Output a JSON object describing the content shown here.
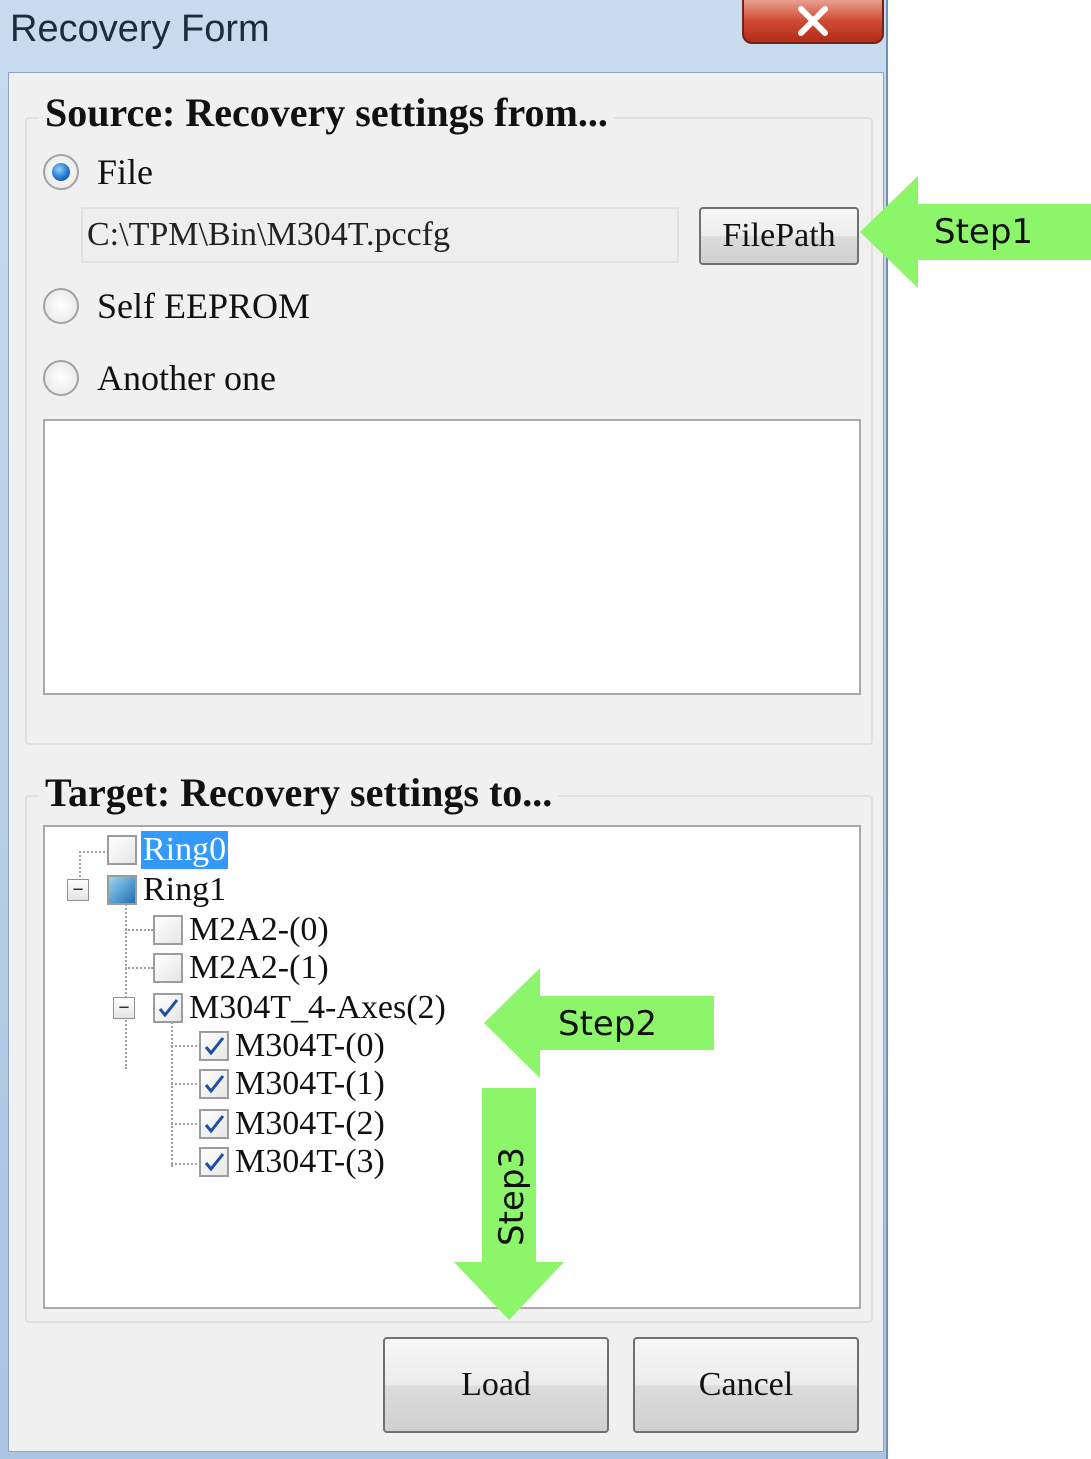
{
  "window": {
    "title": "Recovery Form"
  },
  "source": {
    "title": "Source:  Recovery settings from...",
    "options": [
      {
        "label": "File",
        "selected": true
      },
      {
        "label": "Self EEPROM",
        "selected": false
      },
      {
        "label": "Another one",
        "selected": false
      }
    ],
    "file_path": "C:\\TPM\\Bin\\M304T.pccfg",
    "filepath_button": "FilePath"
  },
  "target": {
    "title": "Target: Recovery settings to...",
    "tree": [
      {
        "label": "Ring0",
        "checked": false,
        "selected": true
      },
      {
        "label": "Ring1",
        "checked": "partial",
        "expanded": true
      },
      {
        "label": "M2A2-(0)",
        "checked": false
      },
      {
        "label": "M2A2-(1)",
        "checked": false
      },
      {
        "label": "M304T_4-Axes(2)",
        "checked": true,
        "expanded": true
      },
      {
        "label": "M304T-(0)",
        "checked": true
      },
      {
        "label": "M304T-(1)",
        "checked": true
      },
      {
        "label": "M304T-(2)",
        "checked": true
      },
      {
        "label": "M304T-(3)",
        "checked": true
      }
    ]
  },
  "buttons": {
    "load": "Load",
    "cancel": "Cancel"
  },
  "annotations": {
    "step1": "Step1",
    "step2": "Step2",
    "step3": "Step3",
    "arrow_color": "#8cf56a"
  }
}
